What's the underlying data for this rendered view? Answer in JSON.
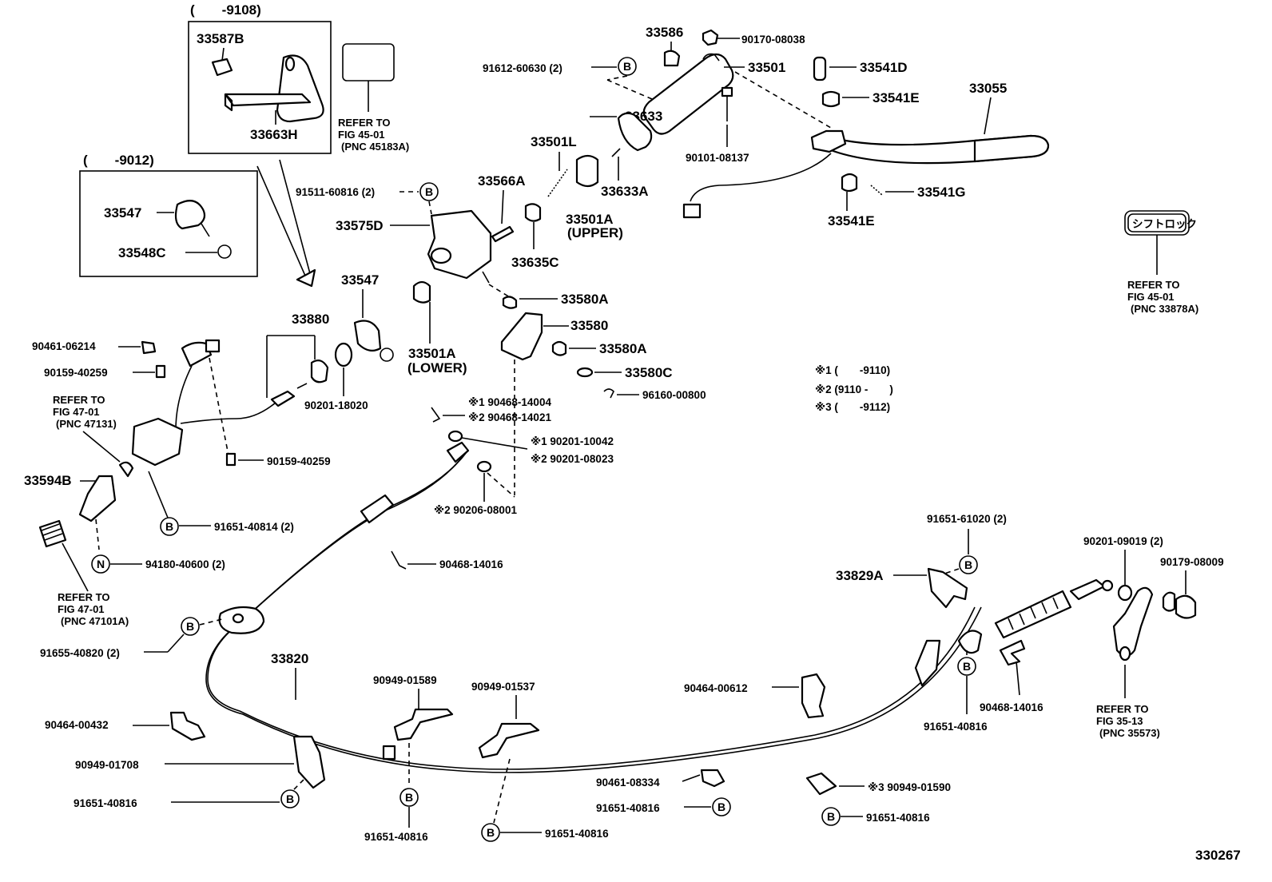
{
  "diagram_number": "330267",
  "box_labels": {
    "box_9108": "(　　-9108)",
    "box_9012": "(　　-9012)"
  },
  "parts": {
    "p33587B": "33587B",
    "p33663H": "33663H",
    "p33547_top": "33547",
    "p33548C": "33548C",
    "p33586": "33586",
    "p90170_08038": "90170-08038",
    "p91612_60630": "91612-60630 (2)",
    "p33501": "33501",
    "p33541D": "33541D",
    "p33541E_top": "33541E",
    "p33055": "33055",
    "p33633": "33633",
    "p33501L": "33501L",
    "p90101_08137": "90101-08137",
    "p33633A": "33633A",
    "p91511_60816": "91511-60816 (2)",
    "p33566A": "33566A",
    "p33501A_upper": "33501A",
    "upper": "(UPPER)",
    "p33541G": "33541G",
    "p33541E_bot": "33541E",
    "p33575D": "33575D",
    "p33635C": "33635C",
    "p33547_mid": "33547",
    "p33580A_1": "33580A",
    "p33880": "33880",
    "p33580": "33580",
    "p90461_06214": "90461-06214",
    "p33501A_lower": "33501A",
    "lower": "(LOWER)",
    "p33580A_2": "33580A",
    "p90159_40259_a": "90159-40259",
    "p33580C": "33580C",
    "p90201_18020": "90201-18020",
    "p96160_00800": "96160-00800",
    "p90468_14004": "※1 90468-14004",
    "p90468_14021": "※2 90468-14021",
    "p90201_10042": "※1 90201-10042",
    "p90201_08023": "※2 90201-08023",
    "p90159_40259_b": "90159-40259",
    "p33594B": "33594B",
    "p90206_08001": "※2 90206-08001",
    "p91651_40814": "91651-40814 (2)",
    "p94180_40600": "94180-40600 (2)",
    "p90468_14016_a": "90468-14016",
    "p91651_61020": "91651-61020 (2)",
    "p90201_09019": "90201-09019 (2)",
    "p90179_08009": "90179-08009",
    "p33829A": "33829A",
    "p91655_40820": "91655-40820 (2)",
    "p33820": "33820",
    "p90949_01589": "90949-01589",
    "p90949_01537": "90949-01537",
    "p90464_00612": "90464-00612",
    "p90468_14016_b": "90468-14016",
    "p91651_40816_r": "91651-40816",
    "p90464_00432": "90464-00432",
    "p90949_01708": "90949-01708",
    "p90461_08334": "90461-08334",
    "p90949_01590": "※3 90949-01590",
    "p91651_40816_a": "91651-40816",
    "p91651_40816_b": "91651-40816",
    "p91651_40816_c": "91651-40816",
    "p91651_40816_d": "91651-40816",
    "p91651_40816_e": "91651-40816"
  },
  "refs": {
    "r45183A": [
      "REFER TO",
      "FIG 45-01",
      "(PNC 45183A)"
    ],
    "r47131": [
      "REFER TO",
      "FIG 47-01",
      "(PNC 47131)"
    ],
    "r47101A": [
      "REFER TO",
      "FIG 47-01",
      "(PNC 47101A)"
    ],
    "r33878A": [
      "REFER TO",
      "FIG 45-01",
      "(PNC 33878A)"
    ],
    "r35573": [
      "REFER TO",
      "FIG 35-13",
      "(PNC 35573)"
    ]
  },
  "shift_lock_label": "シフトロック",
  "notes": [
    "※1 (　　-9110)",
    "※2 (9110 -　　)",
    "※3 (　　-9112)"
  ],
  "markers": {
    "b": "B",
    "n": "N"
  }
}
